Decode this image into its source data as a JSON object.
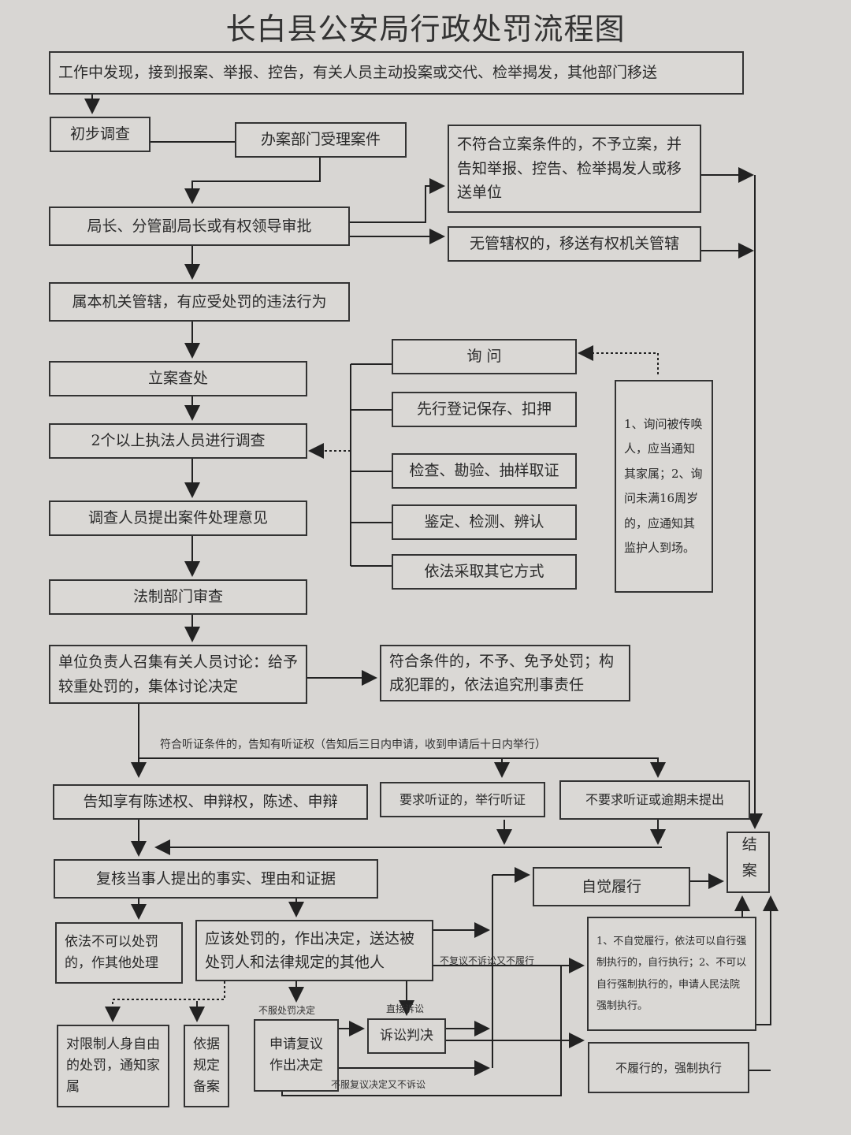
{
  "title": "长白县公安局行政处罚流程图",
  "nodes": {
    "source": "工作中发现，接到报案、举报、控告，有关人员主动投案或交代、检举揭发，其他部门移送",
    "preliminary": "初步调查",
    "accept": "办案部门受理案件",
    "not_filed": "不符合立案条件的，不予立案，并告知举报、控告、检举揭发人或移送单位",
    "approve": "局长、分管副局长或有权领导审批",
    "no_jurisdiction": "无管辖权的，移送有权机关管辖",
    "jurisdiction": "属本机关管辖，有应受处罚的违法行为",
    "file_case": "立案查处",
    "investigate": "2个以上执法人员进行调查",
    "opinion": "调查人员提出案件处理意见",
    "legal_review": "法制部门审查",
    "discussion": "单位负责人召集有关人员讨论：给予较重处罚的，集体讨论决定",
    "no_penalty": "符合条件的，不予、免予处罚；构成犯罪的，依法追究刑事责任",
    "methods": [
      "询 问",
      "先行登记保存、扣押",
      "检查、勘验、抽样取证",
      "鉴定、检测、辨认",
      "依法采取其它方式"
    ],
    "interrogation_note": "1、询问被传唤人，应当通知其家属；2、询问未满16周岁的，应通知其监护人到场。",
    "hearing_label": "符合听证条件的，告知有听证权（告知后三日内申请，收到申请后十日内举行）",
    "inform_rights": "告知享有陈述权、申辩权，陈述、申辩",
    "hold_hearing": "要求听证的，举行听证",
    "no_hearing": "不要求听证或逾期未提出",
    "review": "复核当事人提出的事实、理由和证据",
    "voluntary": "自觉履行",
    "close_case": "结案",
    "no_punish": "依法不可以处罚的，作其他处理",
    "decide": "应该处罚的，作出决定，送达被处罚人和法律规定的其他人",
    "enforce_note": "1、不自觉履行，依法可以自行强制执行的，自行执行；2、不可以自行强制执行的，申请人民法院强制执行。",
    "notify_family": "对限制人身自由的处罚，通知家属",
    "file_record": "依据规定备案",
    "apply_review": "申请复议作出决定",
    "litigation": "诉讼判决",
    "force": "不履行的，强制执行"
  },
  "labels": {
    "dispute_decision": "不服处罚决定",
    "direct_suit": "直接诉讼",
    "no_action": "不复议不诉讼又不履行",
    "dispute_review": "不服复议决定又不诉讼"
  }
}
